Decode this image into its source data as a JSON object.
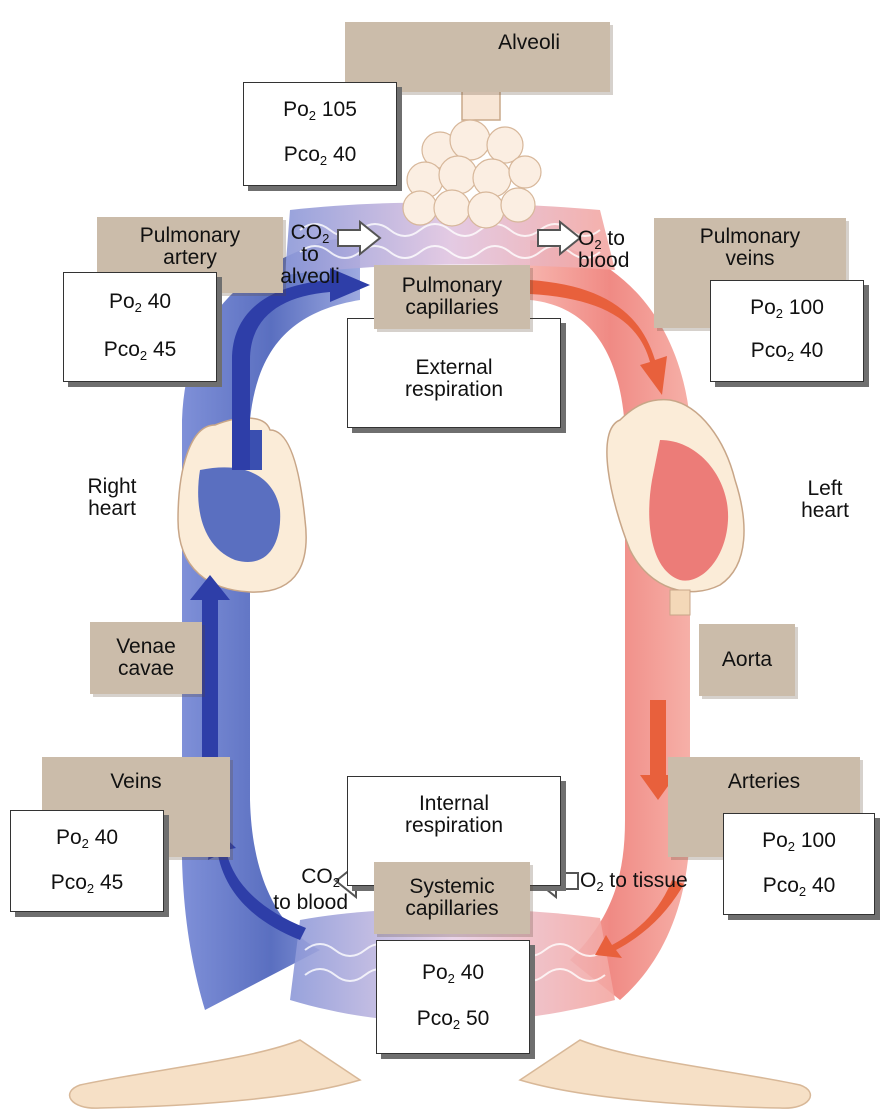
{
  "labels": {
    "alveoli": "Alveoli",
    "pulmonary_artery": [
      "Pulmonary",
      "artery"
    ],
    "pulmonary_veins": [
      "Pulmonary",
      "veins"
    ],
    "pulmonary_capillaries": [
      "Pulmonary",
      "capillaries"
    ],
    "external_respiration": [
      "External",
      "respiration"
    ],
    "right_heart": [
      "Right",
      "heart"
    ],
    "left_heart": [
      "Left",
      "heart"
    ],
    "venae_cavae": [
      "Venae",
      "cavae"
    ],
    "aorta": "Aorta",
    "veins": "Veins",
    "arteries": "Arteries",
    "internal_respiration": [
      "Internal",
      "respiration"
    ],
    "systemic_capillaries": [
      "Systemic",
      "capillaries"
    ]
  },
  "gas_exchange": {
    "co2_to_alveoli": [
      "CO",
      "2",
      "to",
      "alveoli"
    ],
    "o2_to_blood": [
      "O",
      "2",
      " to",
      "blood"
    ],
    "co2_to_blood": [
      "CO",
      "2",
      "to blood"
    ],
    "o2_to_tissue": [
      "O",
      "2",
      " to tissue"
    ]
  },
  "pressure_boxes": {
    "alveoli": {
      "po2": "105",
      "pco2": "40"
    },
    "pulmonary_artery": {
      "po2": "40",
      "pco2": "45"
    },
    "pulmonary_veins": {
      "po2": "100",
      "pco2": "40"
    },
    "veins": {
      "po2": "40",
      "pco2": "45"
    },
    "arteries": {
      "po2": "100",
      "pco2": "40"
    },
    "systemic_capillaries": {
      "po2": "40",
      "pco2": "50"
    }
  },
  "symbols": {
    "po": "Po",
    "pco": "Pco",
    "sub2": "2"
  },
  "colors": {
    "deoxygenated": "#5a6fc0",
    "deoxygenated_arrow": "#2e3ea8",
    "oxygenated": "#f08a84",
    "oxygenated_arrow": "#e8603c",
    "label_fill": "#cbbcaa",
    "tissue": "#f6e4cf"
  }
}
